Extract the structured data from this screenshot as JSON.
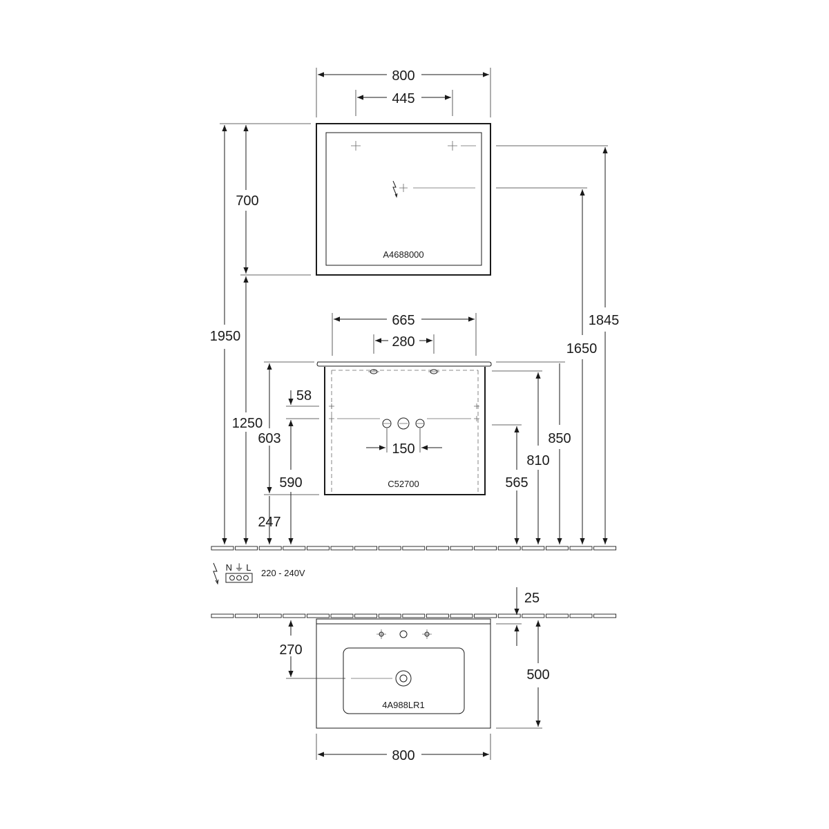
{
  "mirror": {
    "code": "A4688000",
    "width": "800",
    "light_spacing": "445",
    "height": "700"
  },
  "vanity": {
    "code": "C52700",
    "top_width": "665",
    "drain_spacing": "280",
    "tap_spacing": "150",
    "offset": "58"
  },
  "basin_top": {
    "code": "4A988LR1",
    "width": "800",
    "depth": "500",
    "drain_depth": "270",
    "overhang": "25"
  },
  "heights": {
    "total_1950": "1950",
    "mirror_bottom_1250": "1250",
    "h_603": "603",
    "h_590": "590",
    "h_247": "247",
    "h_1845": "1845",
    "h_1650": "1650",
    "h_850": "850",
    "h_810": "810",
    "h_565": "565"
  },
  "electrical": {
    "terminal_labels": "N ⏚ L",
    "voltage": "220 - 240V"
  }
}
